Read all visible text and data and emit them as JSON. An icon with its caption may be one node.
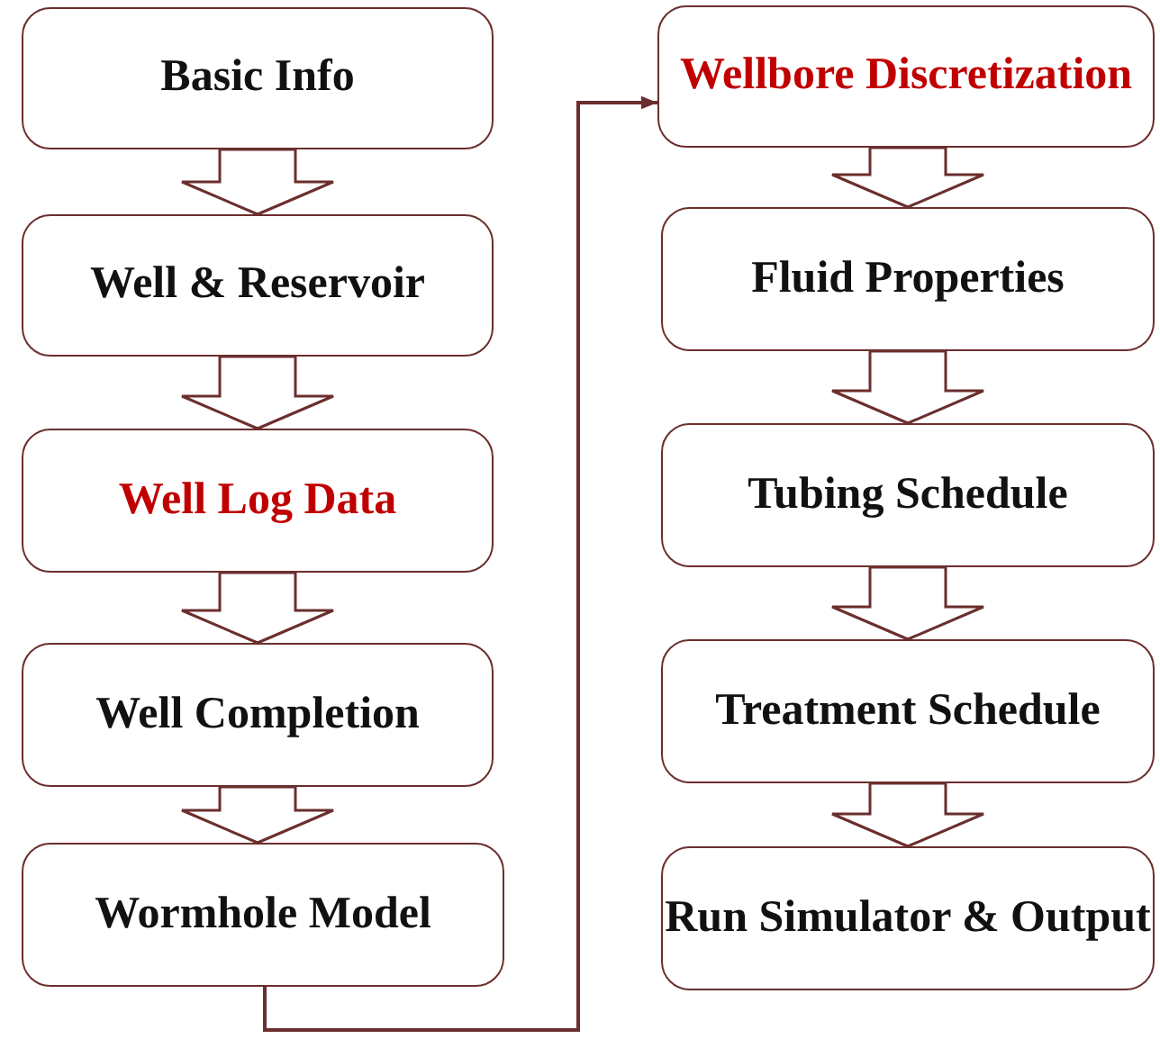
{
  "diagram": {
    "nodes": [
      {
        "text": [
          "Basic Info"
        ]
      },
      {
        "text": [
          "Well & Reservoir"
        ]
      },
      {
        "text": [
          "Well Log Data"
        ]
      },
      {
        "text": [
          "Well Completion"
        ]
      },
      {
        "text": [
          "Wormhole Model"
        ]
      },
      {
        "text": [
          "Wellbore Discretization"
        ]
      },
      {
        "text": [
          "Fluid Properties"
        ]
      },
      {
        "text": [
          "Tubing Schedule"
        ]
      },
      {
        "text": [
          "Treatment Schedule"
        ]
      },
      {
        "text": [
          "Run Simulator & Output"
        ]
      }
    ],
    "edges": [
      {
        "from": 0,
        "to": 1,
        "arrow": "to"
      },
      {
        "from": 1,
        "to": 2,
        "arrow": "to"
      },
      {
        "from": 2,
        "to": 3,
        "arrow": "to"
      },
      {
        "from": 3,
        "to": 4,
        "arrow": "to"
      },
      {
        "from": 4,
        "to": 5,
        "arrow": "to"
      },
      {
        "from": 5,
        "to": 6,
        "arrow": "to"
      },
      {
        "from": 6,
        "to": 7,
        "arrow": "to"
      },
      {
        "from": 7,
        "to": 8,
        "arrow": "to"
      },
      {
        "from": 8,
        "to": 9,
        "arrow": "to"
      }
    ]
  }
}
